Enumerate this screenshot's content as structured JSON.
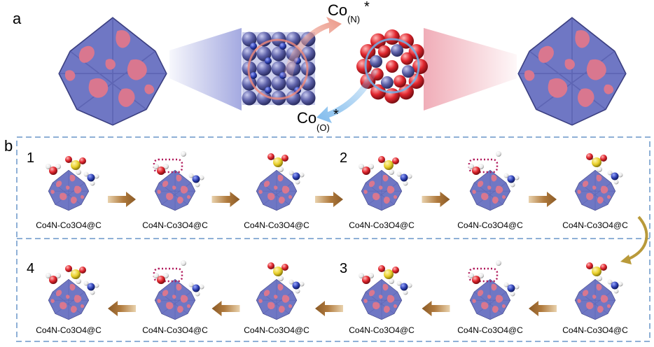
{
  "panel_a": {
    "label": "a",
    "site_n": {
      "base": "Co",
      "sub": "(N)",
      "sup": "*"
    },
    "site_o": {
      "base": "Co",
      "sub": "(O)",
      "sup": "*"
    }
  },
  "panel_b": {
    "label": "b",
    "row1": {
      "step_labels": [
        {
          "slot": 0,
          "text": "1"
        },
        {
          "slot": 3,
          "text": "2"
        }
      ],
      "captions": [
        "Co4N-Co3O4@C",
        "Co4N-Co3O4@C",
        "Co4N-Co3O4@C",
        "Co4N-Co3O4@C",
        "Co4N-Co3O4@C",
        "Co4N-Co3O4@C"
      ]
    },
    "row2": {
      "step_labels": [
        {
          "slot": 0,
          "text": "4"
        },
        {
          "slot": 3,
          "text": "3"
        }
      ],
      "captions": [
        "Co4N-Co3O4@C",
        "Co4N-Co3O4@C",
        "Co4N-Co3O4@C",
        "Co4N-Co3O4@C",
        "Co4N-Co3O4@C",
        "Co4N-Co3O4@C"
      ]
    }
  },
  "colors": {
    "particle_blue": "#6f77c4",
    "particle_pink": "#d9778f",
    "cobalt_atom": "#5c60a8",
    "oxygen_atom": "#e0262e",
    "hydrogen_atom": "#f2f2f2",
    "sulfur_atom": "#e8cf2a",
    "nitrogen_atom": "#2d3fb0",
    "arrow_brown": "#a8733a",
    "dashed_frame": "#8fb0d6",
    "highlight_dots": "#b0185a"
  }
}
